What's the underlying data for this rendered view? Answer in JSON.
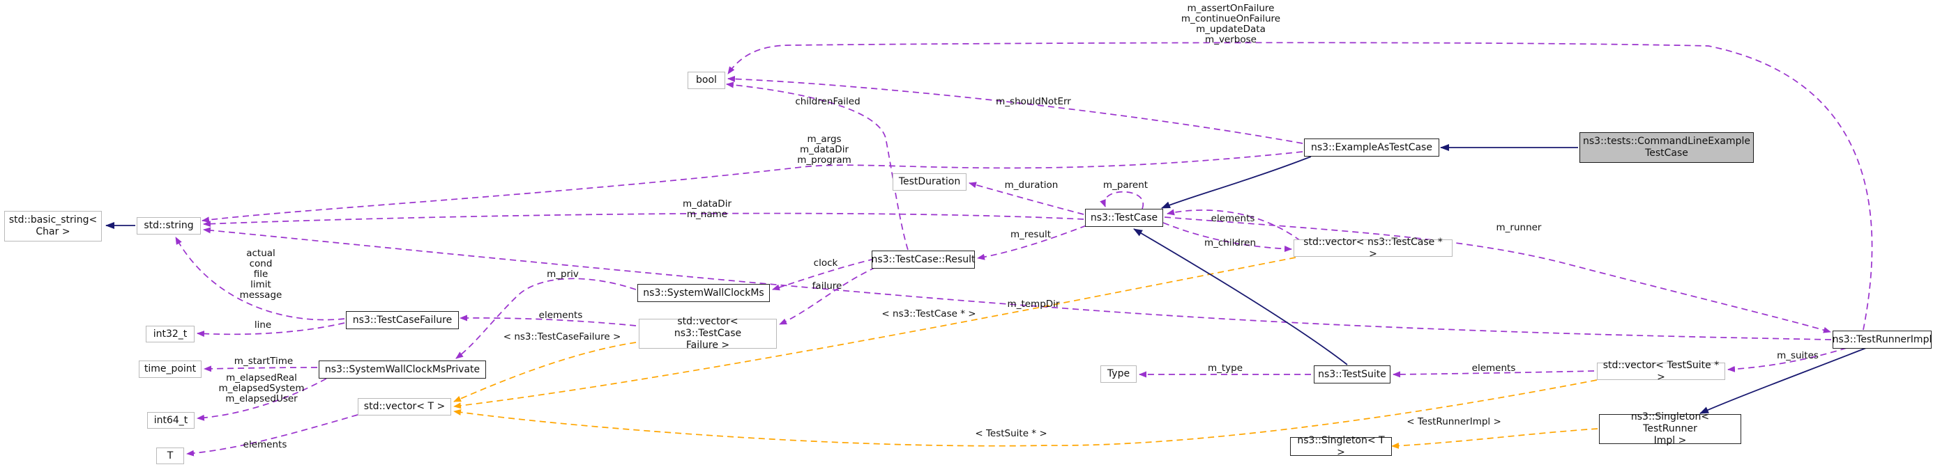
{
  "diagram_type": "collaboration-graph",
  "colors": {
    "usage_edge": "#9a32cd",
    "template_edge": "#ffa500",
    "inheritance_edge": "#191970",
    "main_node_fill": "#bfbfbf",
    "node_border_documented": "#242424",
    "node_border_external": "#b9b9b9",
    "background": "#ffffff"
  },
  "nodes": {
    "basic_string": {
      "label": "std::basic_string<\nChar >"
    },
    "std_string": {
      "label": "std::string"
    },
    "bool": {
      "label": "bool"
    },
    "test_duration": {
      "label": "TestDuration"
    },
    "example_as_test_case": {
      "label": "ns3::ExampleAsTestCase"
    },
    "command_line_example_test_case": {
      "label": "ns3::tests::CommandLineExample\nTestCase"
    },
    "test_case": {
      "label": "ns3::TestCase"
    },
    "test_case_result": {
      "label": "ns3::TestCase::Result"
    },
    "system_wall_clock_ms": {
      "label": "ns3::SystemWallClockMs"
    },
    "vector_test_case_failure": {
      "label": "std::vector< ns3::TestCase\nFailure >"
    },
    "test_case_failure": {
      "label": "ns3::TestCaseFailure"
    },
    "int32_t": {
      "label": "int32_t"
    },
    "time_point": {
      "label": "time_point"
    },
    "system_wall_clock_ms_private": {
      "label": "ns3::SystemWallClockMsPrivate"
    },
    "int64_t": {
      "label": "int64_t"
    },
    "vector_t": {
      "label": "std::vector< T >"
    },
    "t": {
      "label": "T"
    },
    "type": {
      "label": "Type"
    },
    "test_suite": {
      "label": "ns3::TestSuite"
    },
    "vector_test_case_ptr": {
      "label": "std::vector< ns3::TestCase * >"
    },
    "vector_test_suite_ptr": {
      "label": "std::vector< TestSuite * >"
    },
    "test_runner_impl": {
      "label": "ns3::TestRunnerImpl"
    },
    "singleton_test_runner_impl": {
      "label": "ns3::Singleton< TestRunner\nImpl >"
    },
    "singleton_t": {
      "label": "ns3::Singleton< T >"
    }
  },
  "edge_labels": {
    "assert_group": "m_assertOnFailure\nm_continueOnFailure\nm_updateData\nm_verbose",
    "children_failed": "childrenFailed",
    "should_not_err": "m_shouldNotErr",
    "args_group": "m_args\nm_dataDir\nm_program",
    "datadir_name": "m_dataDir\nm_name",
    "duration": "m_duration",
    "parent": "m_parent",
    "elements_test_case": "elements",
    "children": "m_children",
    "runner": "m_runner",
    "result": "m_result",
    "clock": "clock",
    "failure": "failure",
    "actual_group": "actual\ncond\nfile\nlimit\nmessage",
    "line": "line",
    "priv": "m_priv",
    "elements_failure": "elements",
    "tpl_test_case_failure": "< ns3::TestCaseFailure >",
    "tpl_test_case_ptr": "< ns3::TestCase * >",
    "start_time": "m_startTime",
    "elapsed_group": "m_elapsedReal\nm_elapsedSystem\nm_elapsedUser",
    "elements_t": "elements",
    "temp_dir": "m_tempDir",
    "type": "m_type",
    "elements_suite": "elements",
    "suites": "m_suites",
    "tpl_test_suite_ptr": "< TestSuite * >",
    "tpl_test_runner_impl": "< TestRunnerImpl >"
  }
}
